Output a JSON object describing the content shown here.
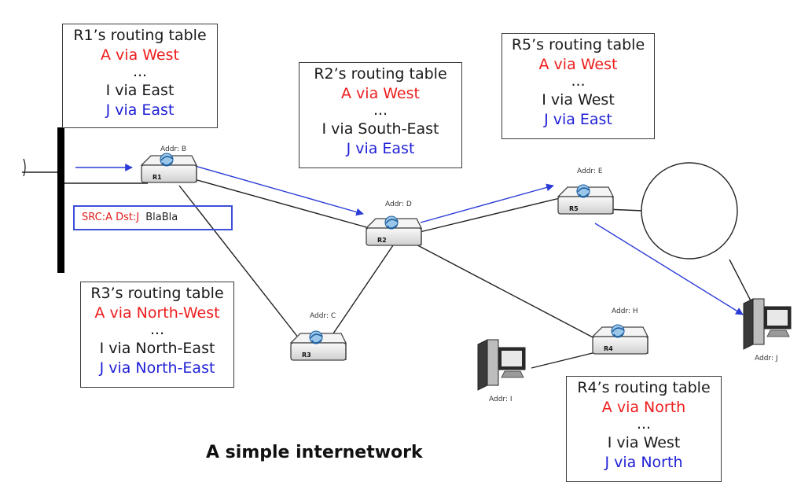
{
  "caption": "A simple internetwork",
  "packet": {
    "header": "SRC:A Dst:J",
    "payload": "BlaBla"
  },
  "routers": {
    "r1": {
      "name": "R1",
      "addr": "Addr: B"
    },
    "r2": {
      "name": "R2",
      "addr": "Addr: D"
    },
    "r3": {
      "name": "R3",
      "addr": "Addr: C"
    },
    "r4": {
      "name": "R4",
      "addr": "Addr: H"
    },
    "r5": {
      "name": "R5",
      "addr": "Addr: E"
    }
  },
  "hosts": {
    "i": {
      "addr": "Addr: I"
    },
    "j": {
      "addr": "Addr: J"
    }
  },
  "tables": {
    "r1": {
      "title": "R1’s routing table",
      "a": "A via West",
      "dots": "...",
      "i": "I via East",
      "j": "J via East"
    },
    "r2": {
      "title": "R2’s routing table",
      "a": "A via West",
      "dots": "...",
      "i": "I via South-East",
      "j": "J via East"
    },
    "r3": {
      "title": "R3’s routing table",
      "a": "A via North-West",
      "dots": "...",
      "i": "I via North-East",
      "j": "J via North-East"
    },
    "r4": {
      "title": "R4’s routing table",
      "a": "A via North",
      "dots": "...",
      "i": "I via West",
      "j": "J via North"
    },
    "r5": {
      "title": "R5’s routing table",
      "a": "A via West",
      "dots": "...",
      "i": "I via West",
      "j": "J via East"
    }
  },
  "colors": {
    "route_line": "#2a3bd6",
    "via_a": "#ee1c1c",
    "via_j": "#1f1fd6",
    "link": "#222222"
  },
  "icons": {
    "router": "router-icon",
    "host": "computer-icon",
    "lan": "ethernet-segment",
    "cloud": "network-circle"
  }
}
